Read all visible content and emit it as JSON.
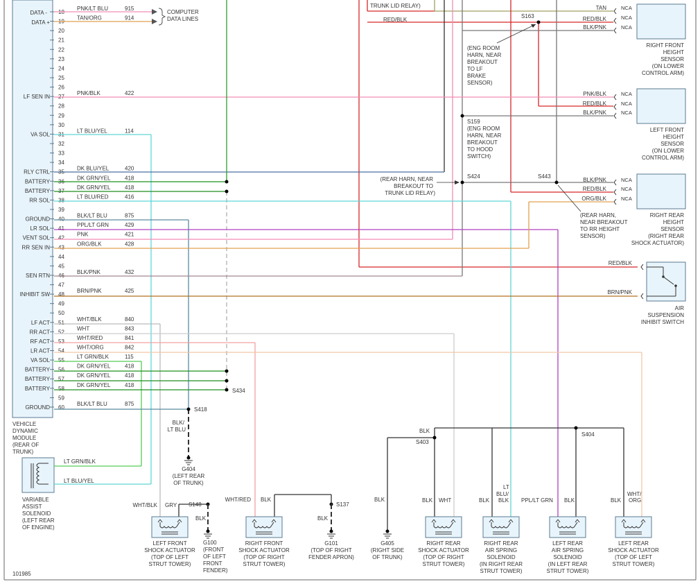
{
  "figure_id": "101985",
  "colors": {
    "pnk": "#f28cb4",
    "tan_org": "#e0a050",
    "grn": "#2ca02c",
    "dk_grn": "#1f8f1f",
    "lt_blu": "#5fd5d5",
    "lt_grn": "#55cc55",
    "red": "#d62728",
    "brn": "#b07020",
    "ppl": "#b040c0",
    "gray": "#777777",
    "blk": "#333333",
    "wht": "#cccccc",
    "peach": "#f0b890",
    "dk_blu": "#4a6fa0",
    "olive": "#a0a060",
    "module_fill": "#e8f4fb"
  },
  "module": {
    "title": [
      "VEHICLE",
      "DYNAMIC",
      "MODULE",
      "(REAR OF",
      "TRUNK)"
    ]
  },
  "pins": [
    {
      "pin": "18",
      "name": "",
      "wire": "PNK/LT BLU",
      "circuit": "915"
    },
    {
      "pin": "19",
      "name": "",
      "wire": "TAN/ORG",
      "circuit": "914"
    },
    {
      "pin": "20",
      "name": "",
      "wire": "",
      "circuit": ""
    },
    {
      "pin": "21",
      "name": "",
      "wire": "",
      "circuit": ""
    },
    {
      "pin": "22",
      "name": "",
      "wire": "",
      "circuit": ""
    },
    {
      "pin": "23",
      "name": "",
      "wire": "",
      "circuit": ""
    },
    {
      "pin": "24",
      "name": "",
      "wire": "",
      "circuit": ""
    },
    {
      "pin": "25",
      "name": "",
      "wire": "",
      "circuit": ""
    },
    {
      "pin": "26",
      "name": "",
      "wire": "",
      "circuit": ""
    },
    {
      "pin": "27",
      "name": "LF SEN IN",
      "wire": "PNK/BLK",
      "circuit": "422"
    },
    {
      "pin": "28",
      "name": "",
      "wire": "",
      "circuit": ""
    },
    {
      "pin": "29",
      "name": "",
      "wire": "",
      "circuit": ""
    },
    {
      "pin": "30",
      "name": "",
      "wire": "",
      "circuit": ""
    },
    {
      "pin": "31",
      "name": "VA SOL",
      "wire": "LT BLU/YEL",
      "circuit": "114"
    },
    {
      "pin": "32",
      "name": "",
      "wire": "",
      "circuit": ""
    },
    {
      "pin": "33",
      "name": "",
      "wire": "",
      "circuit": ""
    },
    {
      "pin": "34",
      "name": "",
      "wire": "",
      "circuit": ""
    },
    {
      "pin": "35",
      "name": "RLY CTRL",
      "wire": "DK BLU/YEL",
      "circuit": "420"
    },
    {
      "pin": "36",
      "name": "BATTERY",
      "wire": "DK GRN/YEL",
      "circuit": "418"
    },
    {
      "pin": "37",
      "name": "BATTERY",
      "wire": "DK GRN/YEL",
      "circuit": "418"
    },
    {
      "pin": "38",
      "name": "RR SOL",
      "wire": "LT BLU/RED",
      "circuit": "416"
    },
    {
      "pin": "39",
      "name": "",
      "wire": "",
      "circuit": ""
    },
    {
      "pin": "40",
      "name": "GROUND",
      "wire": "BLK/LT BLU",
      "circuit": "875"
    },
    {
      "pin": "41",
      "name": "LR SOL",
      "wire": "PPL/LT GRN",
      "circuit": "429"
    },
    {
      "pin": "42",
      "name": "VENT SOL",
      "wire": "PNK",
      "circuit": "421"
    },
    {
      "pin": "43",
      "name": "RR SEN IN",
      "wire": "ORG/BLK",
      "circuit": "428"
    },
    {
      "pin": "44",
      "name": "",
      "wire": "",
      "circuit": ""
    },
    {
      "pin": "45",
      "name": "",
      "wire": "",
      "circuit": ""
    },
    {
      "pin": "46",
      "name": "SEN RTN",
      "wire": "BLK/PNK",
      "circuit": "432"
    },
    {
      "pin": "47",
      "name": "",
      "wire": "",
      "circuit": ""
    },
    {
      "pin": "48",
      "name": "INHIBIT SW",
      "wire": "BRN/PNK",
      "circuit": "425"
    },
    {
      "pin": "49",
      "name": "",
      "wire": "",
      "circuit": ""
    },
    {
      "pin": "50",
      "name": "",
      "wire": "",
      "circuit": ""
    },
    {
      "pin": "51",
      "name": "LF ACT",
      "wire": "WHT/BLK",
      "circuit": "840"
    },
    {
      "pin": "52",
      "name": "RR ACT",
      "wire": "WHT",
      "circuit": "843"
    },
    {
      "pin": "53",
      "name": "RF ACT",
      "wire": "WHT/RED",
      "circuit": "841"
    },
    {
      "pin": "54",
      "name": "LR ACT",
      "wire": "WHT/ORG",
      "circuit": "842"
    },
    {
      "pin": "55",
      "name": "VA SOL",
      "wire": "LT GRN/BLK",
      "circuit": "115"
    },
    {
      "pin": "56",
      "name": "BATTERY",
      "wire": "DK GRN/YEL",
      "circuit": "418"
    },
    {
      "pin": "57",
      "name": "BATTERY",
      "wire": "DK GRN/YEL",
      "circuit": "418"
    },
    {
      "pin": "58",
      "name": "BATTERY",
      "wire": "DK GRN/YEL",
      "circuit": "418"
    },
    {
      "pin": "59",
      "name": "",
      "wire": "",
      "circuit": ""
    },
    {
      "pin": "60",
      "name": "GROUND",
      "wire": "BLK/LT BLU",
      "circuit": "875"
    }
  ],
  "side_labels": {
    "data_minus": "DATA -",
    "data_plus": "DATA +"
  },
  "computer_data_lines": [
    "COMPUTER",
    "DATA LINES"
  ],
  "top_note": "TRUNK LID RELAY)",
  "top_wire_redblk": "RED/BLK",
  "splices": {
    "s163": "S163",
    "s159": "S159",
    "s424": "S424",
    "s443": "S443",
    "s434": "S434",
    "s418": "S418",
    "s148": "S148",
    "s137": "S137",
    "s403": "S403",
    "s404": "S404"
  },
  "notes": {
    "s163_note": [
      "(ENG ROOM",
      "HARN, NEAR",
      "BREAKOUT",
      "TO LF",
      "BRAKE",
      "SENSOR)"
    ],
    "s159_note": [
      "(ENG ROOM",
      "HARN, NEAR",
      "BREAKOUT",
      "TO HOOD",
      "SWITCH)"
    ],
    "s424_note": [
      "(REAR HARN, NEAR",
      "BREAKOUT TO",
      "TRUNK LID RELAY)"
    ],
    "s443_note": [
      "(REAR HARN,",
      "NEAR BREAKOUT",
      "TO RR HEIGHT",
      "SENSOR)"
    ]
  },
  "nca": "NCA",
  "rf_sensor": {
    "wires": [
      "TAN",
      "RED/BLK",
      "BLK/PNK"
    ],
    "label": [
      "RIGHT FRONT",
      "HEIGHT",
      "SENSOR",
      "(ON LOWER",
      "CONTROL ARM)"
    ]
  },
  "lf_sensor": {
    "wires": [
      "PNK/BLK",
      "RED/BLK",
      "BLK/PNK"
    ],
    "label": [
      "LEFT FRONT",
      "HEIGHT",
      "SENSOR",
      "(ON LOWER",
      "CONTROL ARM)"
    ]
  },
  "rr_sensor": {
    "wires": [
      "BLK/PNK",
      "RED/BLK",
      "ORG/BLK"
    ],
    "label": [
      "RIGHT REAR",
      "HEIGHT",
      "SENSOR",
      "(RIGHT REAR",
      "SHOCK ACTUATOR)"
    ]
  },
  "inhibit_switch": {
    "wires": [
      "RED/BLK",
      "BRN/PNK"
    ],
    "label": [
      "AIR",
      "SUSPENSION",
      "INHIBIT SWITCH"
    ]
  },
  "va_solenoid": {
    "wires": [
      "LT GRN/BLK",
      "LT BLU/YEL"
    ],
    "label": [
      "VARIABLE",
      "ASSIST",
      "SOLENOID",
      "(LEFT REAR",
      "OF ENGINE)"
    ]
  },
  "bottom_wires": {
    "blk_lt_blu": [
      "BLK/",
      "LT BLU"
    ],
    "g404": [
      "G404",
      "(LEFT REAR",
      "OF TRUNK)"
    ],
    "lf_shock_wires": [
      "WHT/BLK",
      "GRY"
    ],
    "lf_shock": [
      "LEFT FRONT",
      "SHOCK ACTUATOR",
      "(TOP OF LEFT",
      "STRUT TOWER)"
    ],
    "g100_blk": "BLK",
    "g100": [
      "G100",
      "(FRONT",
      "OF LEFT",
      "FRONT",
      "FENDER)"
    ],
    "rf_shock_wires": [
      "WHT/RED",
      "BLK"
    ],
    "rf_shock": [
      "RIGHT FRONT",
      "SHOCK ACTUATOR",
      "(TOP OF RIGHT",
      "STRUT TOWER)"
    ],
    "g101_blk": "BLK",
    "g101": [
      "G101",
      "(TOP OF RIGHT",
      "FENDER APRON)"
    ],
    "g405_blk": "BLK",
    "g405": [
      "G405",
      "(RIGHT SIDE",
      "OF TRUNK)"
    ],
    "blk_top": "BLK",
    "rr_shock_wires": [
      "BLK",
      "WHT"
    ],
    "rr_shock": [
      "RIGHT REAR",
      "SHOCK ACTUATOR",
      "(TOP OF RIGHT",
      "STRUT TOWER)"
    ],
    "rr_spring_wires": [
      "BLK",
      "LT",
      "BLU/",
      "BLK"
    ],
    "rr_spring": [
      "RIGHT REAR",
      "AIR SPRING",
      "SOLENOID",
      "(IN RIGHT REAR",
      "STRUT TOWER)"
    ],
    "lr_spring_wires": [
      "PPL/LT GRN",
      "BLK"
    ],
    "lr_spring": [
      "LEFT REAR",
      "AIR SPRING",
      "SOLENOID",
      "(IN LEFT REAR",
      "STRUT TOWER)"
    ],
    "lr_shock_wires": [
      "BLK",
      "WHT/",
      "ORG"
    ],
    "lr_shock": [
      "LEFT REAR",
      "SHOCK ACTUATOR",
      "(TOP OF LEFT",
      "STRUT TOWER)"
    ]
  }
}
